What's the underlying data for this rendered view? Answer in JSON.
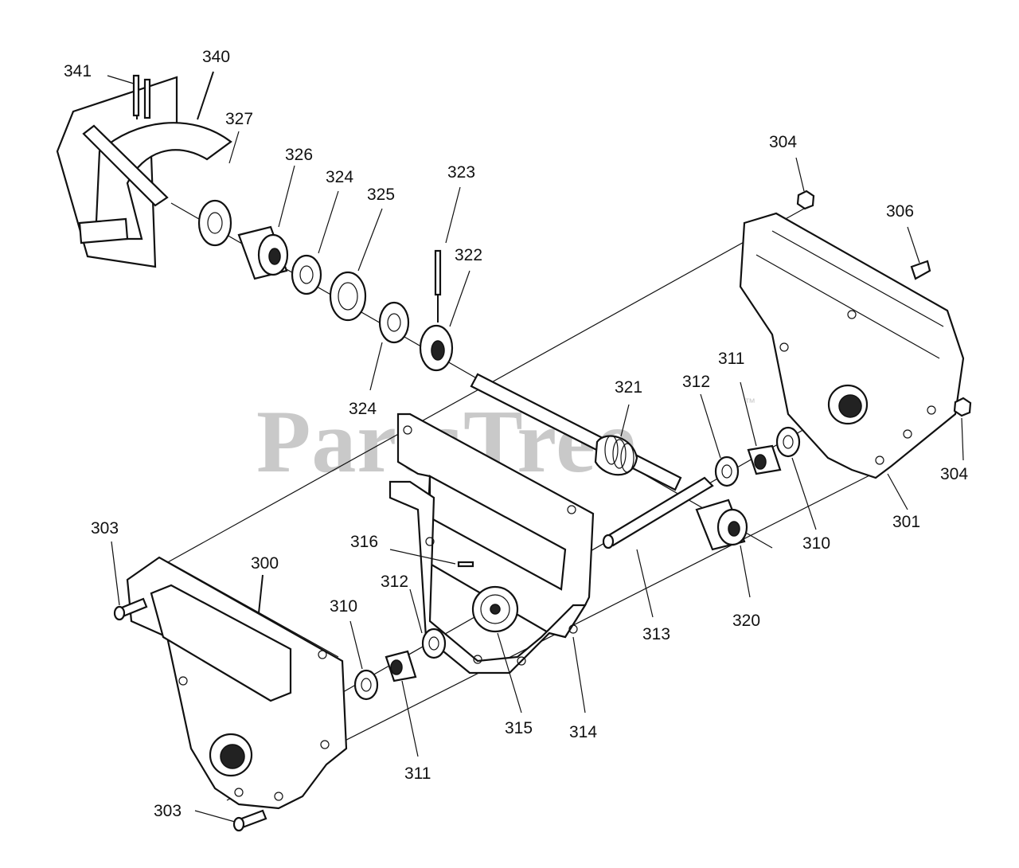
{
  "watermark": {
    "text": "PartsTree",
    "trademark": "™"
  },
  "labels": [
    {
      "id": "341",
      "text": "341"
    },
    {
      "id": "340",
      "text": "340"
    },
    {
      "id": "327",
      "text": "327"
    },
    {
      "id": "326",
      "text": "326"
    },
    {
      "id": "324a",
      "text": "324"
    },
    {
      "id": "325",
      "text": "325"
    },
    {
      "id": "323",
      "text": "323"
    },
    {
      "id": "322",
      "text": "322"
    },
    {
      "id": "324b",
      "text": "324"
    },
    {
      "id": "304a",
      "text": "304"
    },
    {
      "id": "306",
      "text": "306"
    },
    {
      "id": "321",
      "text": "321"
    },
    {
      "id": "312a",
      "text": "312"
    },
    {
      "id": "311a",
      "text": "311"
    },
    {
      "id": "304b",
      "text": "304"
    },
    {
      "id": "301",
      "text": "301"
    },
    {
      "id": "310a",
      "text": "310"
    },
    {
      "id": "303a",
      "text": "303"
    },
    {
      "id": "300",
      "text": "300"
    },
    {
      "id": "316",
      "text": "316"
    },
    {
      "id": "312b",
      "text": "312"
    },
    {
      "id": "310b",
      "text": "310"
    },
    {
      "id": "313",
      "text": "313"
    },
    {
      "id": "320",
      "text": "320"
    },
    {
      "id": "315",
      "text": "315"
    },
    {
      "id": "314",
      "text": "314"
    },
    {
      "id": "311b",
      "text": "311"
    },
    {
      "id": "303b",
      "text": "303"
    }
  ]
}
